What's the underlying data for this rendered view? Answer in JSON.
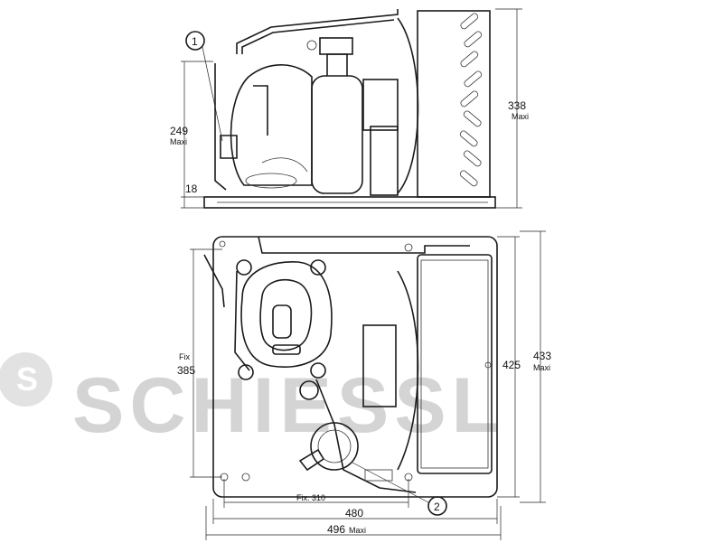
{
  "watermark": {
    "text": "SCHIESSL"
  },
  "side_view": {
    "callout_1": "1",
    "dim_249": "249",
    "dim_249_note": "Maxi",
    "dim_18": "18",
    "dim_338": "338",
    "dim_338_note": "Maxi"
  },
  "top_view": {
    "dim_fix_label": "Fix",
    "dim_385": "385",
    "dim_425": "425",
    "dim_433": "433",
    "dim_433_note": "Maxi",
    "dim_fix310": "Fix. 310",
    "dim_480": "480",
    "dim_496": "496",
    "dim_496_note": "Maxi",
    "callout_2": "2"
  }
}
